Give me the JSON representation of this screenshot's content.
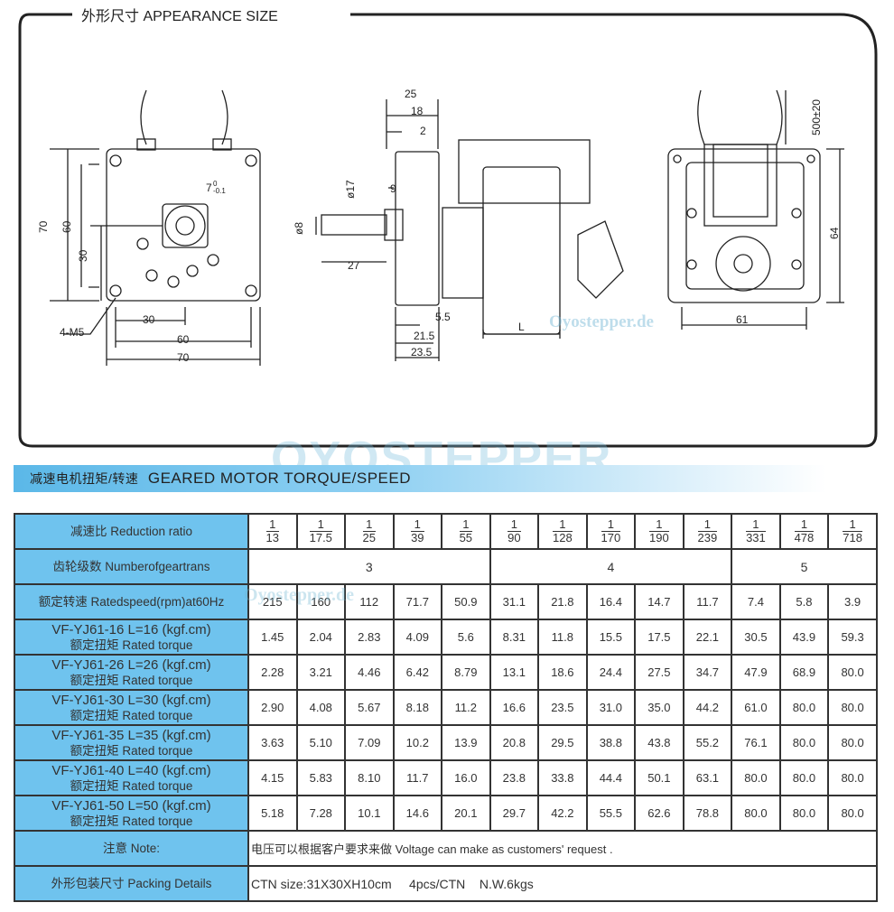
{
  "appearance": {
    "title": "外形尺寸 APPEARANCE SIZE",
    "front_view": {
      "dims": [
        "70",
        "60",
        "30",
        "7",
        "0",
        "-0.1",
        "4-M5",
        "30",
        "60",
        "70"
      ]
    },
    "side_view": {
      "dims": [
        "25",
        "18",
        "2",
        "ø17",
        "9",
        "ø8",
        "27",
        "5.5",
        "21.5",
        "23.5",
        "L"
      ]
    },
    "rear_view": {
      "dims": [
        "500±20",
        "64",
        "61"
      ]
    },
    "watermark": "Oyostepper.de"
  },
  "section": {
    "title_cn": "减速电机扭矩/转速",
    "title_en": "GEARED MOTOR TORQUE/SPEED",
    "logo_watermark": "OYOSTEPPER"
  },
  "table": {
    "ratio_label": "减速比  Reduction ratio",
    "ratios": [
      "13",
      "17.5",
      "25",
      "39",
      "55",
      "90",
      "128",
      "170",
      "190",
      "239",
      "331",
      "478",
      "718"
    ],
    "ratio_numerator": "1",
    "gear_label": "齿轮级数  Numberofgeartrans",
    "gear_groups": [
      {
        "value": "3",
        "span": 5
      },
      {
        "value": "4",
        "span": 5
      },
      {
        "value": "5",
        "span": 3
      }
    ],
    "speed_label": "额定转速 Ratedspeed(rpm)at60Hz",
    "speeds": [
      "215",
      "160",
      "112",
      "71.7",
      "50.9",
      "31.1",
      "21.8",
      "16.4",
      "14.7",
      "11.7",
      "7.4",
      "5.8",
      "3.9"
    ],
    "torque_sub": "额定扭矩  Rated torque",
    "torque_rows": [
      {
        "model": "VF-YJ61-16 L=16 (kgf.cm)",
        "values": [
          "1.45",
          "2.04",
          "2.83",
          "4.09",
          "5.6",
          "8.31",
          "11.8",
          "15.5",
          "17.5",
          "22.1",
          "30.5",
          "43.9",
          "59.3"
        ]
      },
      {
        "model": "VF-YJ61-26 L=26 (kgf.cm)",
        "values": [
          "2.28",
          "3.21",
          "4.46",
          "6.42",
          "8.79",
          "13.1",
          "18.6",
          "24.4",
          "27.5",
          "34.7",
          "47.9",
          "68.9",
          "80.0"
        ]
      },
      {
        "model": "VF-YJ61-30 L=30 (kgf.cm)",
        "values": [
          "2.90",
          "4.08",
          "5.67",
          "8.18",
          "11.2",
          "16.6",
          "23.5",
          "31.0",
          "35.0",
          "44.2",
          "61.0",
          "80.0",
          "80.0"
        ]
      },
      {
        "model": "VF-YJ61-35 L=35 (kgf.cm)",
        "values": [
          "3.63",
          "5.10",
          "7.09",
          "10.2",
          "13.9",
          "20.8",
          "29.5",
          "38.8",
          "43.8",
          "55.2",
          "76.1",
          "80.0",
          "80.0"
        ]
      },
      {
        "model": "VF-YJ61-40 L=40 (kgf.cm)",
        "values": [
          "4.15",
          "5.83",
          "8.10",
          "11.7",
          "16.0",
          "23.8",
          "33.8",
          "44.4",
          "50.1",
          "63.1",
          "80.0",
          "80.0",
          "80.0"
        ]
      },
      {
        "model": "VF-YJ61-50 L=50 (kgf.cm)",
        "values": [
          "5.18",
          "7.28",
          "10.1",
          "14.6",
          "20.1",
          "29.7",
          "42.2",
          "55.5",
          "62.6",
          "78.8",
          "80.0",
          "80.0",
          "80.0"
        ]
      }
    ],
    "note_label": "注意 Note:",
    "note_text": "电压可以根据客户要求来做  Voltage can make as customers' request .",
    "packing_label": "外形包装尺寸 Packing Details",
    "packing_text": "CTN size:31X30XH10cm     4pcs/CTN    N.W.6kgs",
    "table_watermark": "Oyostepper.de"
  },
  "colors": {
    "header_cell": "#6fc3ee",
    "band": "#5bb8e8"
  }
}
